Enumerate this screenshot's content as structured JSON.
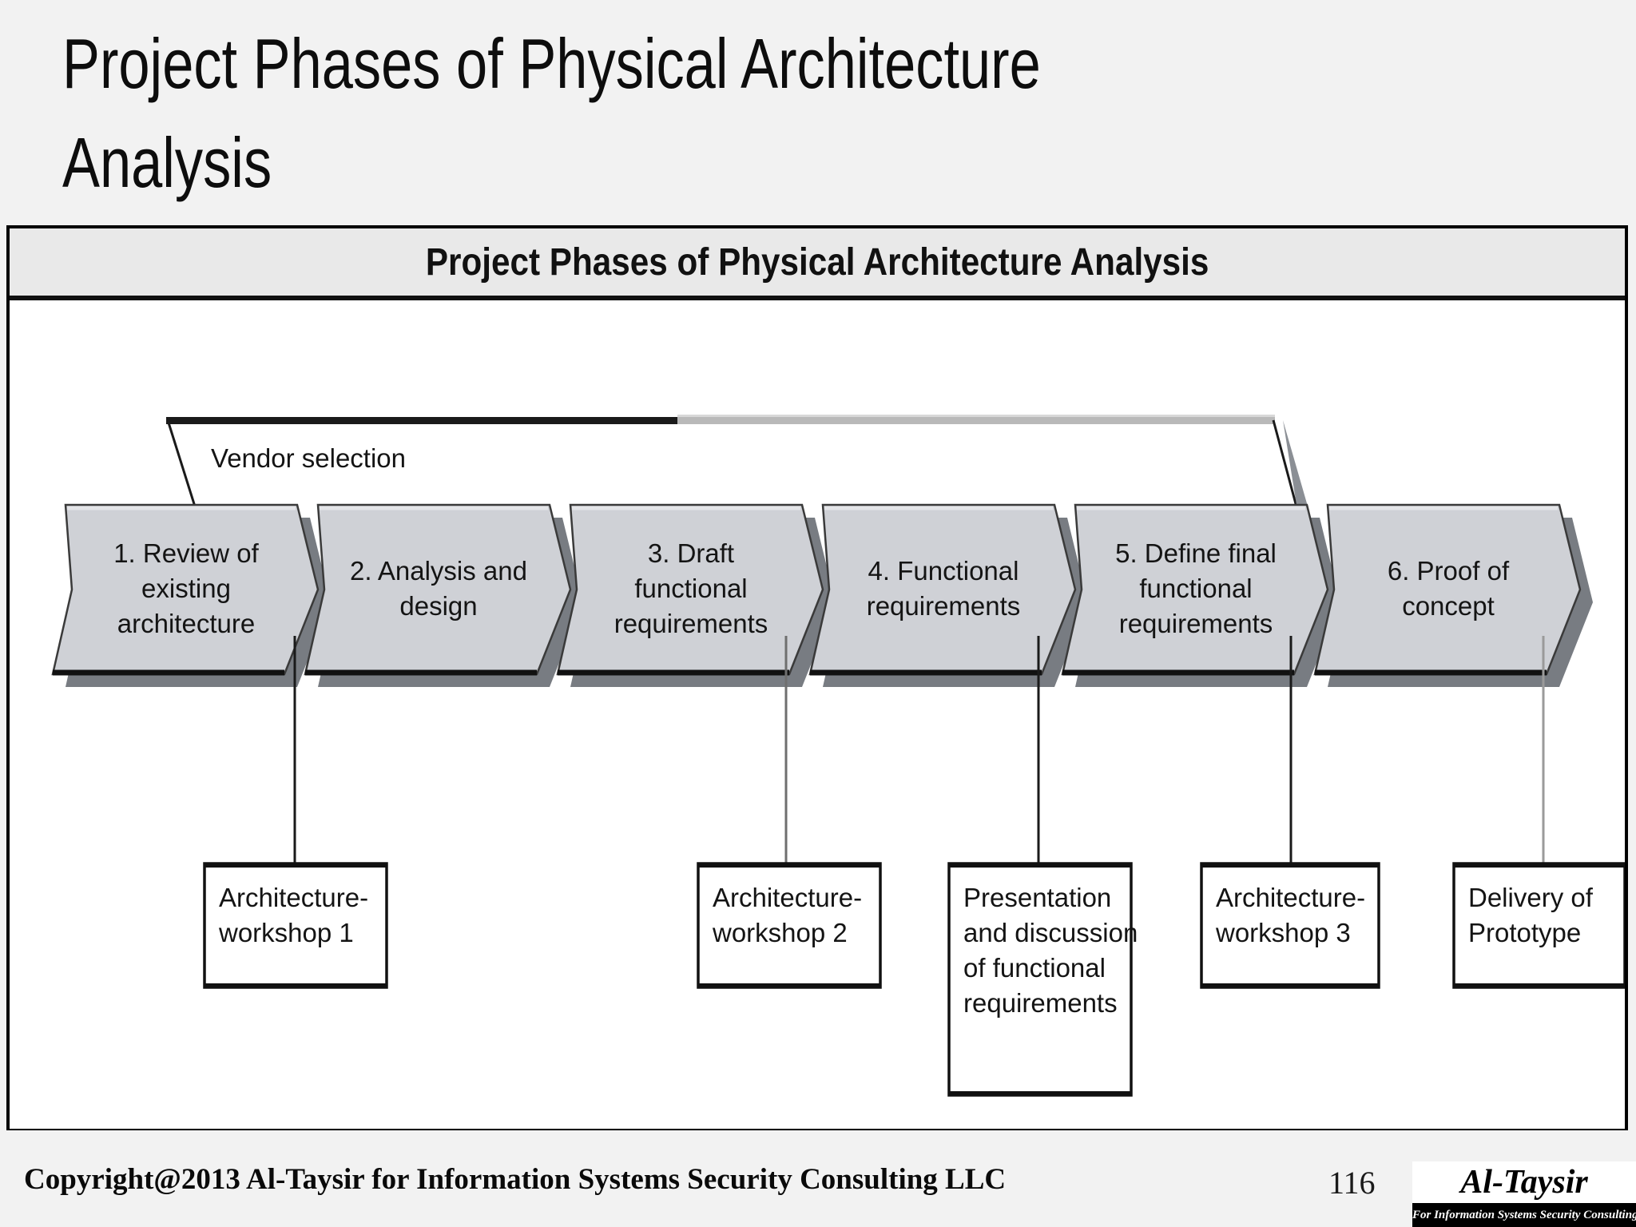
{
  "slide": {
    "title": "Project Phases of Physical Architecture Analysis",
    "page_number": "116"
  },
  "diagram": {
    "header": "Project Phases of Physical Architecture Analysis",
    "bracket_label": "Vendor selection",
    "phases": [
      {
        "number": "1.",
        "lines": [
          "1.  Review of",
          "existing",
          "architecture"
        ]
      },
      {
        "number": "2.",
        "lines": [
          "2.  Analysis and",
          "design"
        ]
      },
      {
        "number": "3.",
        "lines": [
          "3.  Draft",
          "functional",
          "requirements"
        ]
      },
      {
        "number": "4.",
        "lines": [
          "4.  Functional",
          "requirements"
        ]
      },
      {
        "number": "5.",
        "lines": [
          "5.  Define final",
          "functional",
          "requirements"
        ]
      },
      {
        "number": "6.",
        "lines": [
          "6.  Proof of",
          "concept"
        ]
      }
    ],
    "deliverables": [
      {
        "lines": [
          "Architecture-",
          "workshop 1"
        ]
      },
      {
        "lines": [
          "Architecture-",
          "workshop 2"
        ]
      },
      {
        "lines": [
          "Presentation",
          "and discussion",
          "of functional",
          "requirements"
        ]
      },
      {
        "lines": [
          "Architecture-",
          "workshop 3"
        ]
      },
      {
        "lines": [
          "Delivery of",
          "Prototype"
        ]
      }
    ]
  },
  "footer": {
    "copyright": "Copyright@2013 Al-Taysir for Information Systems Security Consulting  LLC",
    "logo_name": "Al-Taysir",
    "logo_tagline": "For Information Systems Security Consulting"
  },
  "colors": {
    "chevron_fill": "#cfd1d6",
    "chevron_shadow": "#787c82",
    "header_bg": "#e9e9e9",
    "slide_bg": "#f2f2f2",
    "outline": "#111111"
  }
}
